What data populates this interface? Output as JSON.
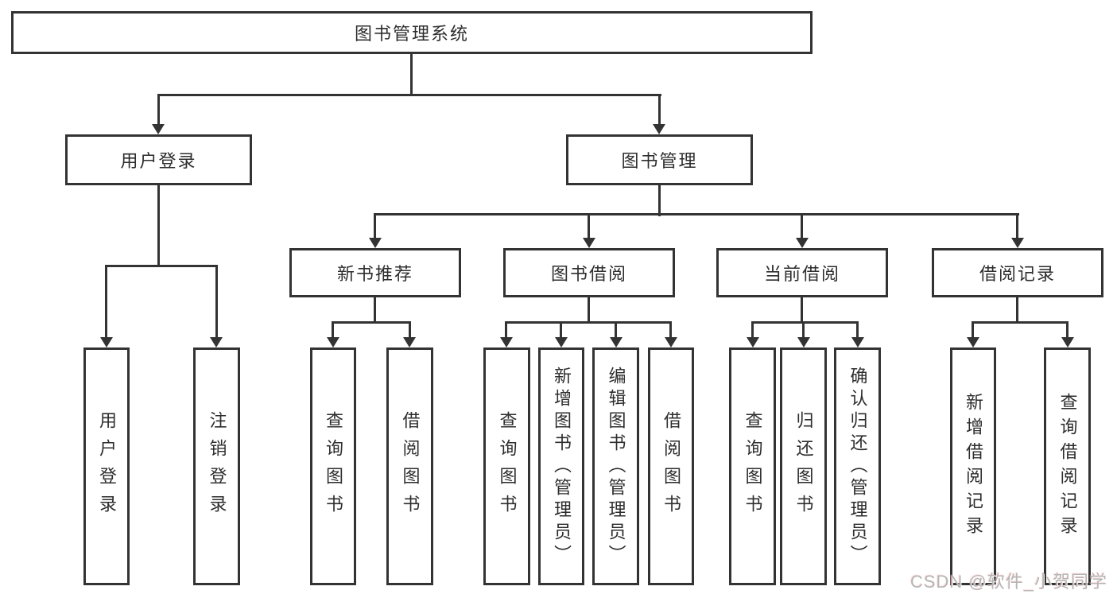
{
  "nodes": {
    "root": {
      "label": "图书管理系统"
    },
    "l2": [
      {
        "label": "用户登录"
      },
      {
        "label": "图书管理"
      }
    ],
    "l3": [
      {
        "label": "新书推荐"
      },
      {
        "label": "图书借阅"
      },
      {
        "label": "当前借阅"
      },
      {
        "label": "借阅记录"
      }
    ],
    "l4": [
      {
        "label": "用户登录"
      },
      {
        "label": "注销登录"
      },
      {
        "label": "查询图书"
      },
      {
        "label": "借阅图书"
      },
      {
        "label": "查询图书"
      },
      {
        "label": "新增图书（管理员）"
      },
      {
        "label": "编辑图书（管理员）"
      },
      {
        "label": "借阅图书"
      },
      {
        "label": "查询图书"
      },
      {
        "label": "归还图书"
      },
      {
        "label": "确认归还（管理员）"
      },
      {
        "label": "新增借阅记录"
      },
      {
        "label": "查询借阅记录"
      }
    ]
  },
  "hierarchy": {
    "图书管理系统": {
      "用户登录": [
        "用户登录",
        "注销登录"
      ],
      "图书管理": {
        "新书推荐": [
          "查询图书",
          "借阅图书"
        ],
        "图书借阅": [
          "查询图书",
          "新增图书（管理员）",
          "编辑图书（管理员）",
          "借阅图书"
        ],
        "当前借阅": [
          "查询图书",
          "归还图书",
          "确认归还（管理员）"
        ],
        "借阅记录": [
          "新增借阅记录",
          "查询借阅记录"
        ]
      }
    }
  },
  "watermark": "CSDN @软件_小贺同学",
  "colors": {
    "line": "#333333",
    "box_border": "#333333",
    "box_fill": "#ffffff",
    "text": "#2d2d2d",
    "watermark": "#b5b5b5",
    "background": "#ffffff"
  }
}
